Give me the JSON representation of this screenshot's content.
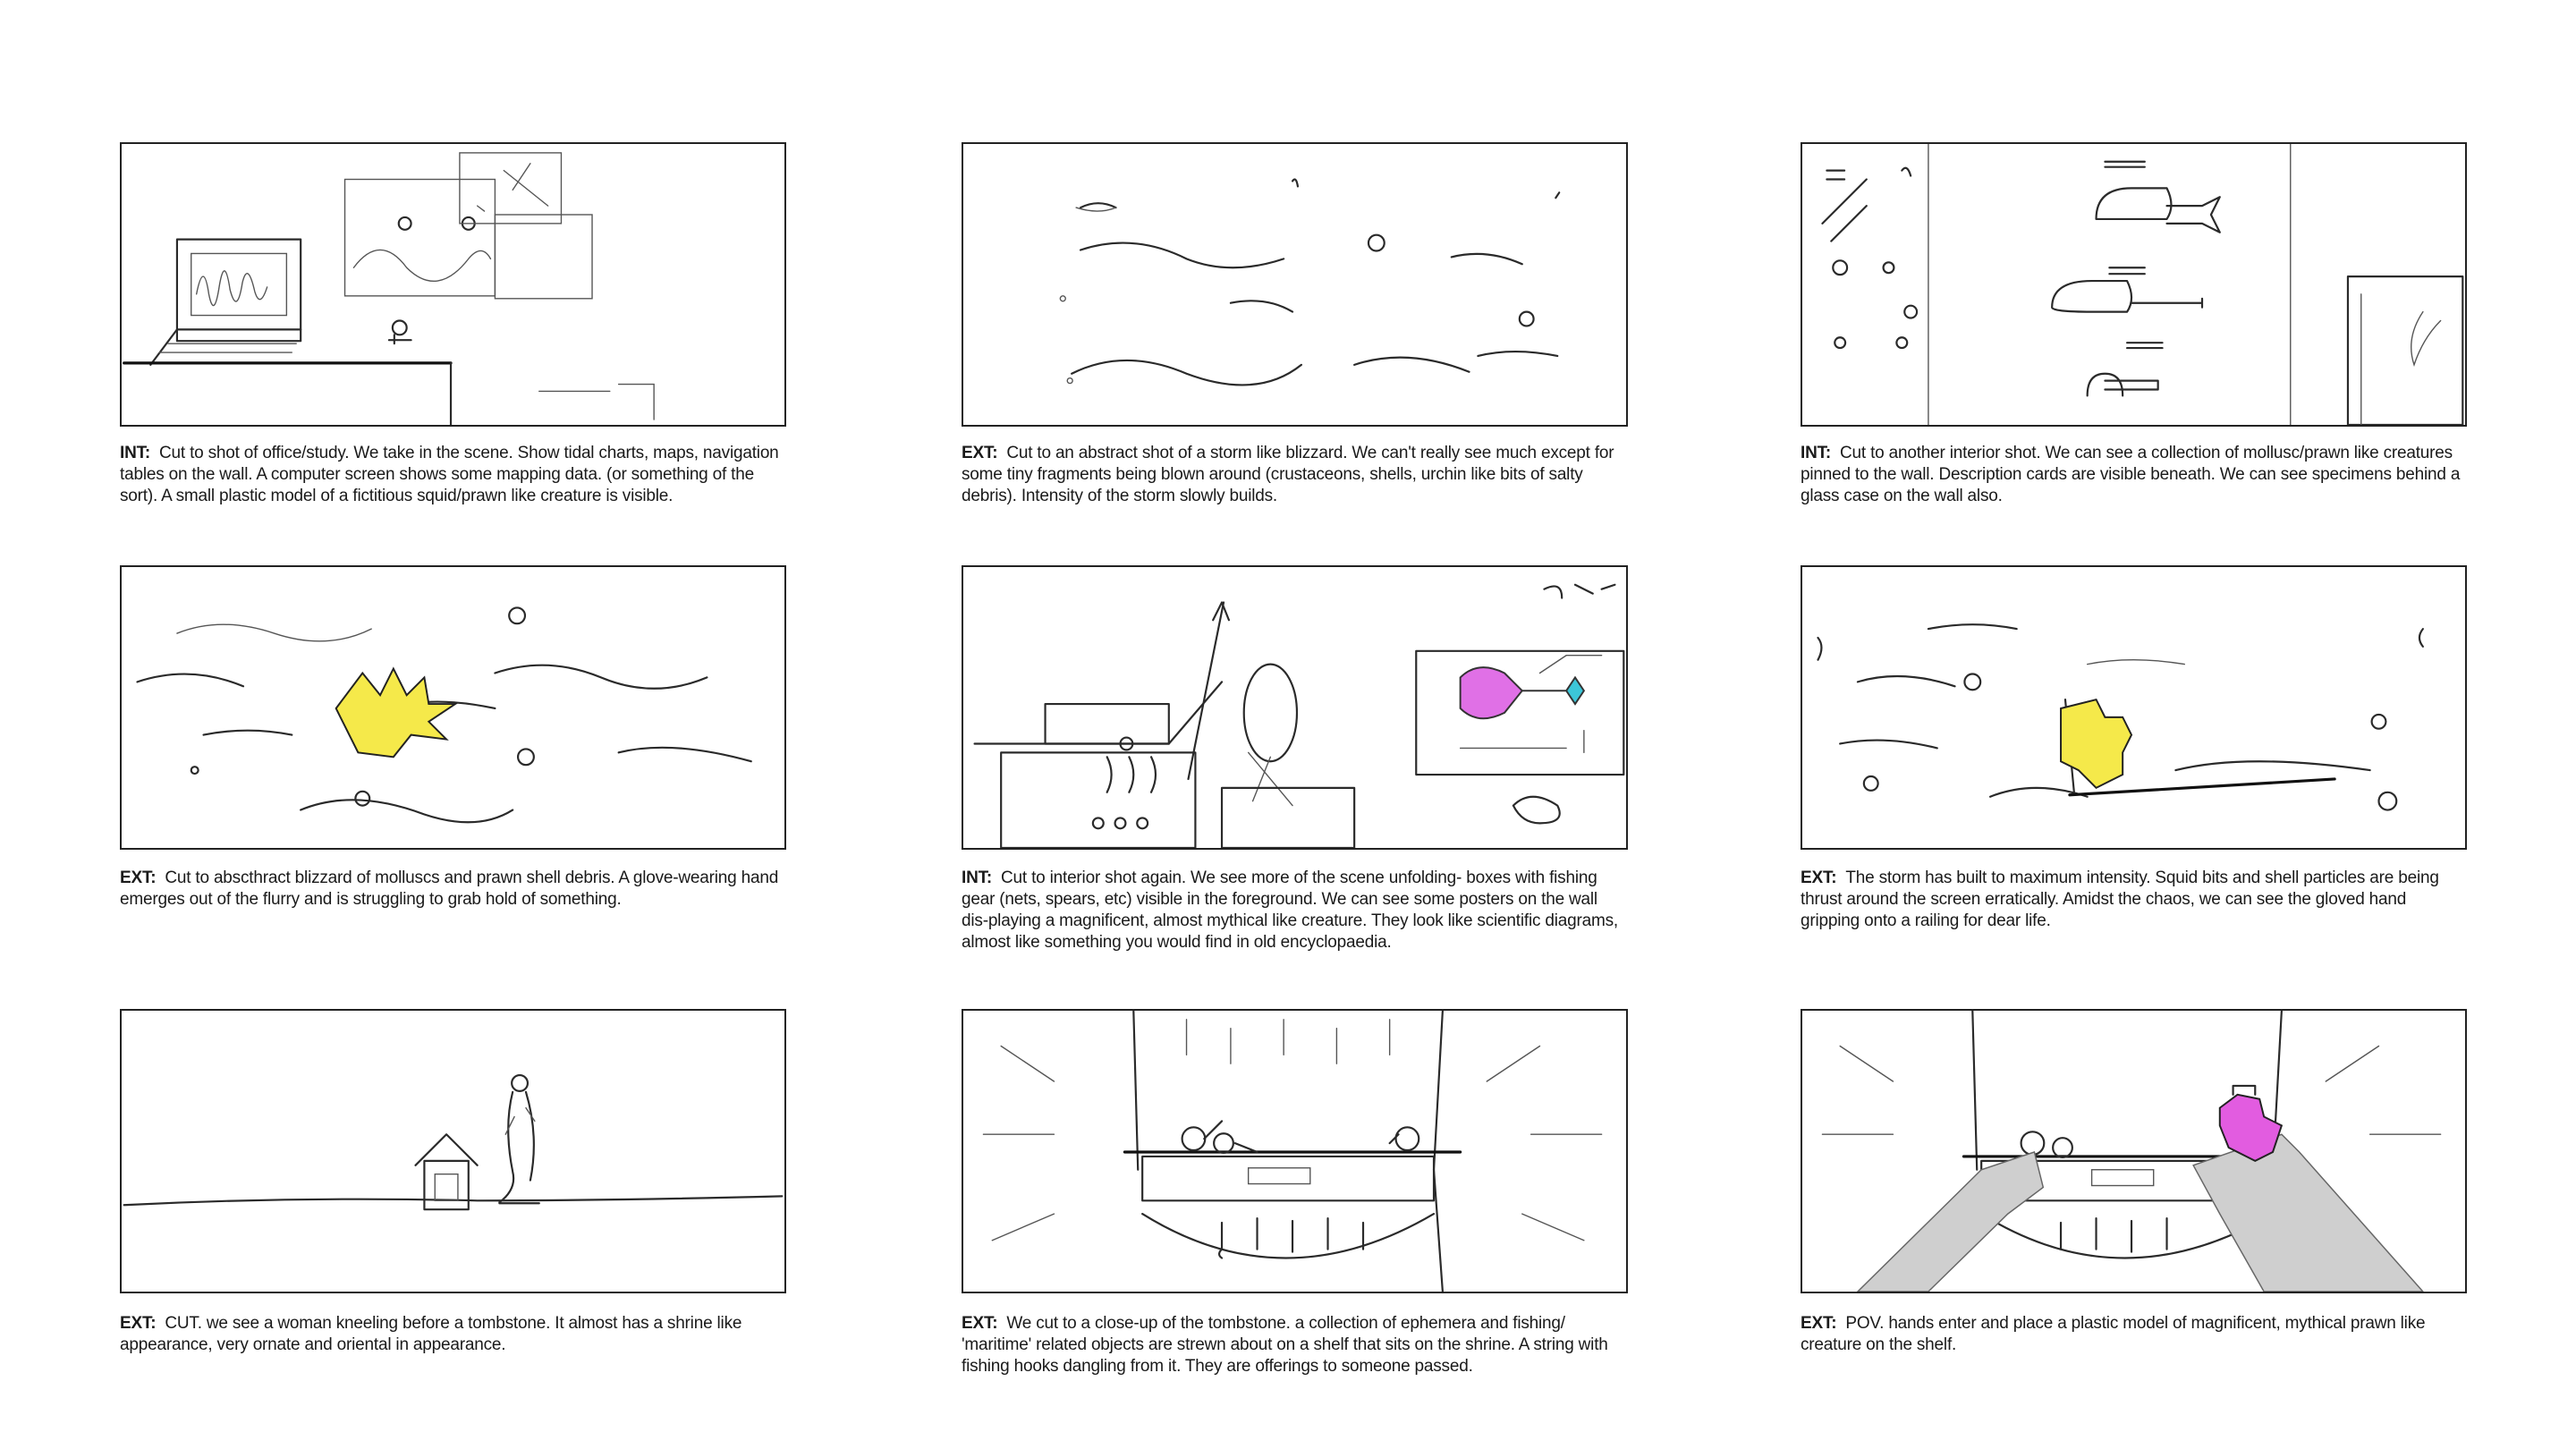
{
  "colors": {
    "panel_border": "#222222",
    "glove_yellow": "#f5e94a",
    "creature_pink": "#e070e6",
    "creature_cyan": "#3cc6d8",
    "model_magenta": "#e25ce0",
    "hand_grey": "#cfcfcf"
  },
  "panels": [
    {
      "tag": "INT:",
      "text": "Cut to shot of office/study. We take in the scene.  Show tidal charts, maps, navigation tables on the wall.  A computer screen shows some mapping data. (or something of the sort).  A small plastic model of a fictitious squid/prawn like creature is visible."
    },
    {
      "tag": "EXT:",
      "text": "Cut to an abstract shot of a storm like blizzard. We can't really see much except for some tiny fragments being blown around (crustaceons, shells, urchin like bits of salty debris). Intensity of the storm slowly builds."
    },
    {
      "tag": "INT:",
      "text": "Cut to another interior shot. We can see a collection of mollusc/prawn like creatures pinned to the wall. Description cards are visible beneath. We can see specimens behind a glass case on the wall also."
    },
    {
      "tag": "EXT:",
      "text": "Cut to abscthract blizzard of molluscs and prawn shell debris.  A glove-wearing hand emerges out of the flurry and is struggling to grab hold of something."
    },
    {
      "tag": "INT:",
      "text": "Cut to interior shot again. We see more of the scene unfolding- boxes with fishing gear (nets, spears, etc) visible in the foreground. We can see some posters on the wall dis-playing a magnificent, almost mythical like creature. They look like scientific diagrams, almost like something you would find in old encyclopaedia."
    },
    {
      "tag": "EXT:",
      "text": "The storm has built to maximum intensity. Squid bits and shell particles are being thrust around the screen erratically. Amidst the chaos, we can see the gloved hand gripping onto a railing for dear life."
    },
    {
      "tag": "EXT:",
      "text": "CUT. we see a woman kneeling before a tombstone. It almost has a shrine like appearance, very ornate and oriental in appearance."
    },
    {
      "tag": "EXT:",
      "text": "We cut to a close-up of the tombstone. a collection of ephemera and fishing/ 'maritime' related objects are strewn about on a shelf that sits on the shrine.  A string with fishing hooks dangling from it. They are offerings to someone passed."
    },
    {
      "tag": "EXT:",
      "text": "POV. hands enter and place a plastic model of magnificent, mythical prawn like creature on the shelf."
    }
  ]
}
